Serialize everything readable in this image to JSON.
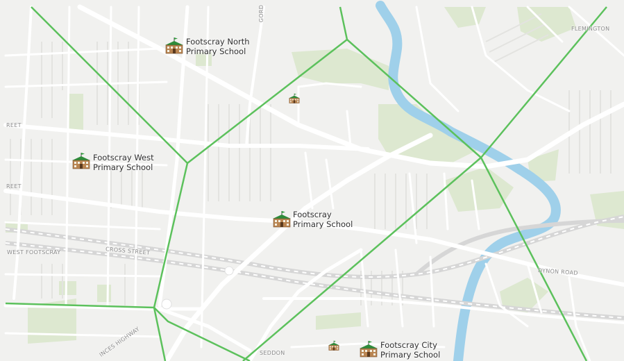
{
  "map": {
    "colors": {
      "background": "#f1f1ef",
      "road": "#ffffff",
      "park": "#dde8d0",
      "river": "#9fd0ea",
      "boundary": "#5cc15c",
      "rail": "#d3d3d3"
    }
  },
  "schools": [
    {
      "label_line1": "Footscray North",
      "label_line2": "Primary School",
      "icon": "school-building-icon"
    },
    {
      "label_line1": "Footscray West",
      "label_line2": "Primary School",
      "icon": "school-building-icon"
    },
    {
      "label_line1": "Footscray",
      "label_line2": "Primary School",
      "icon": "school-building-icon"
    },
    {
      "label_line1": "Footscray City",
      "label_line2": "Primary School",
      "icon": "school-building-icon"
    }
  ],
  "streets": {
    "west_footscray": "WEST FOOTSCRAY",
    "cross_street": "CROSS STREET",
    "flemington": "FLEMINGTON",
    "dynon_road": "DYNON ROAD",
    "seddon": "SEDDON",
    "highway": "INCES HIGHWAY",
    "reet_top": "REET",
    "reet_mid": "REET",
    "gordon": "GORD"
  }
}
